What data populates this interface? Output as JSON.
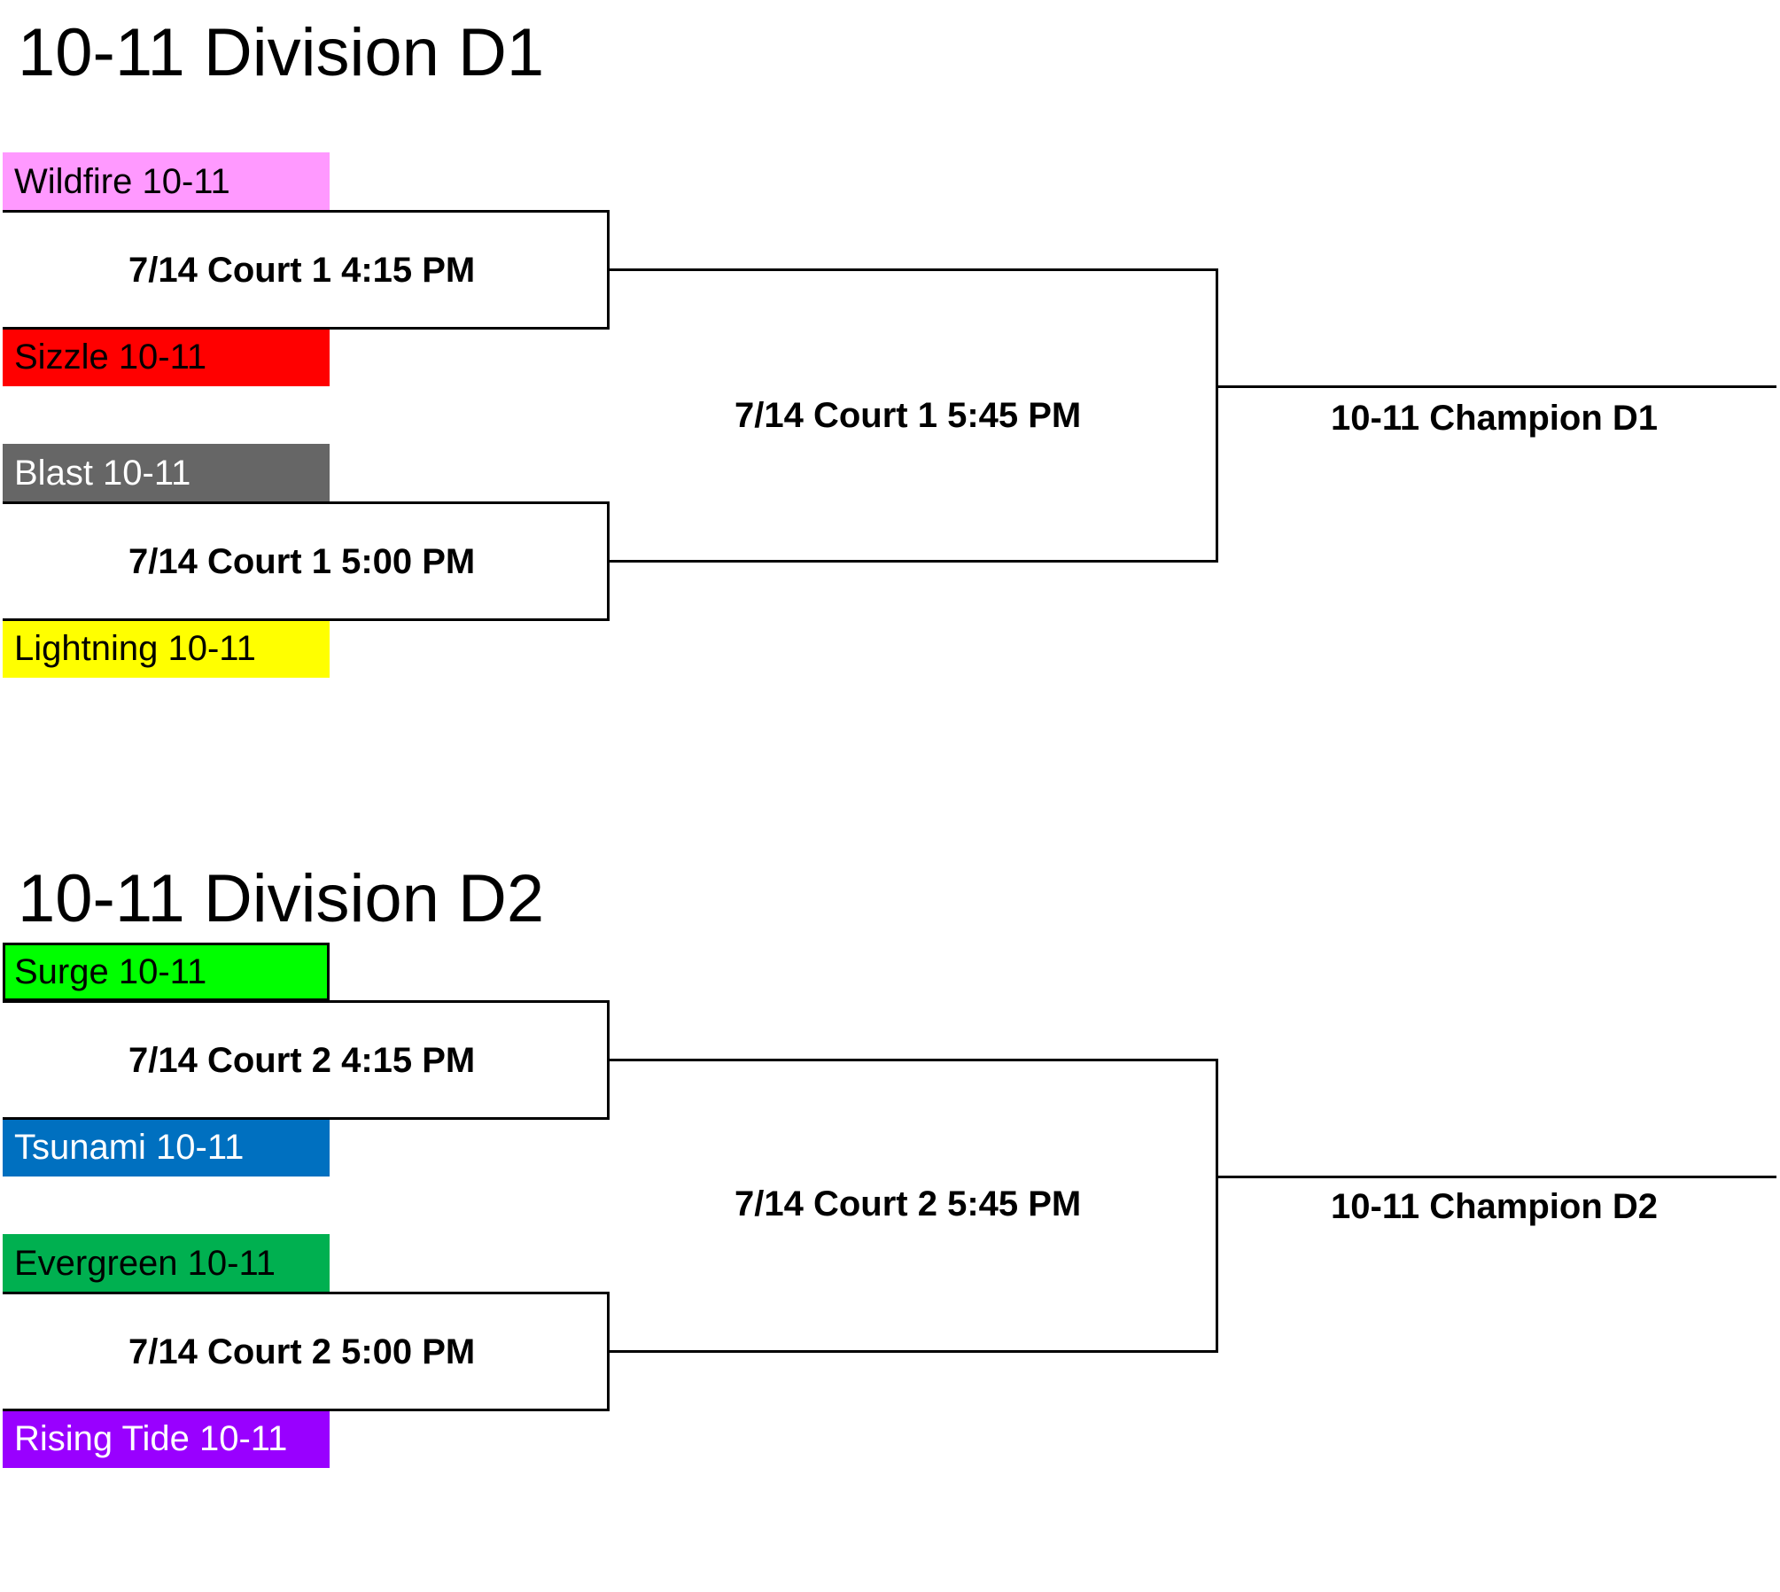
{
  "brackets": [
    {
      "title": "10-11 Division D1",
      "teams": [
        {
          "name": "Wildfire 10-11",
          "bg": "#ff99ff",
          "fg": "#000000"
        },
        {
          "name": "Sizzle 10-11",
          "bg": "#ff0000",
          "fg": "#000000"
        },
        {
          "name": "Blast 10-11",
          "bg": "#666666",
          "fg": "#ffffff"
        },
        {
          "name": "Lightning 10-11",
          "bg": "#ffff00",
          "fg": "#000000"
        }
      ],
      "games": {
        "semi_1": "7/14 Court 1 4:15 PM",
        "semi_2": "7/14 Court 1 5:00 PM",
        "final": "7/14 Court 1 5:45 PM",
        "champion": "10-11 Champion D1"
      }
    },
    {
      "title": "10-11 Division D2",
      "teams": [
        {
          "name": "Surge 10-11",
          "bg": "#00ff00",
          "fg": "#000000"
        },
        {
          "name": "Tsunami 10-11",
          "bg": "#0070c0",
          "fg": "#ffffff"
        },
        {
          "name": "Evergreen 10-11",
          "bg": "#00b050",
          "fg": "#000000"
        },
        {
          "name": "Rising Tide 10-11",
          "bg": "#9900ff",
          "fg": "#ffffff"
        }
      ],
      "games": {
        "semi_1": "7/14 Court 2 4:15 PM",
        "semi_2": "7/14 Court 2 5:00 PM",
        "final": "7/14 Court 2 5:45 PM",
        "champion": "10-11 Champion D2"
      }
    }
  ]
}
